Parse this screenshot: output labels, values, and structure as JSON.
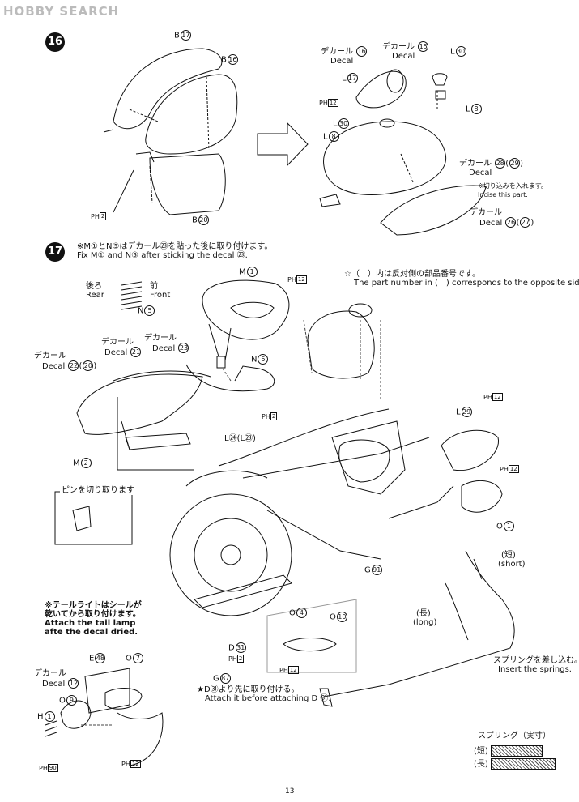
{
  "header": {
    "logo_text": "HOBBY SEARCH"
  },
  "step16": {
    "number": "16",
    "labels": {
      "b17": {
        "prefix": "B",
        "num": "17"
      },
      "b16": {
        "prefix": "B",
        "num": "16"
      },
      "ph2": {
        "prefix": "PH",
        "num": "2"
      },
      "b20": {
        "prefix": "B",
        "num": "20"
      },
      "decal16_jp": "デカール",
      "decal16_en": "Decal",
      "decal16_num": "16",
      "decal15_jp": "デカール",
      "decal15_en": "Decal",
      "decal15_num": "15",
      "l30a": {
        "prefix": "L",
        "num": "30"
      },
      "l17": {
        "prefix": "L",
        "num": "17"
      },
      "ph12": {
        "prefix": "PH",
        "num": "12"
      },
      "l8a": {
        "prefix": "L",
        "num": "8"
      },
      "l30b": {
        "prefix": "L",
        "num": "30"
      },
      "l8b": {
        "prefix": "L",
        "num": "8"
      },
      "decal28_jp": "デカール",
      "decal28_en": "Decal",
      "decal28_num": "28",
      "decal28_alt": "29",
      "cut_jp": "※切り込みを入れます。",
      "cut_en": "Incise this part.",
      "decal26_jp": "デカール",
      "decal26_en": "Decal",
      "decal26_num": "26",
      "decal26_alt": "27"
    }
  },
  "step17": {
    "number": "17",
    "note_jp": "※M①とN⑤はデカール㉓を貼った後に取り付けます。",
    "note_en": "Fix M① and N⑤ after sticking the decal ㉓.",
    "opposite_jp": "☆（　）内は反対側の部品番号です。",
    "opposite_en": "The part number in (　) corresponds to the opposite side.",
    "rear_jp": "後ろ",
    "rear_en": "Rear",
    "front_jp": "前",
    "front_en": "Front",
    "pin_cut": "ピンを切り取ります",
    "tail_jp1": "※テールライトはシールが",
    "tail_jp2": "乾いてから取り付けます。",
    "tail_en1": "Attach the tail lamp",
    "tail_en2": "afte the decal dried.",
    "short_jp": "(短)",
    "short_en": "(short)",
    "long_jp": "(長)",
    "long_en": "(long)",
    "spring_jp": "スプリングを差し込む。",
    "spring_en": "Insert the springs.",
    "attach_jp": "★D㉛より先に取り付ける。",
    "attach_en": "Attach it before attaching D ㉛.",
    "labels": {
      "m1": {
        "prefix": "M",
        "num": "1"
      },
      "ph12a": {
        "prefix": "PH",
        "num": "12"
      },
      "n5a": {
        "prefix": "N",
        "num": "5"
      },
      "n5b": {
        "prefix": "N",
        "num": "5"
      },
      "decal21": "21",
      "decal23": "23",
      "decal22": "22",
      "decal20": "20",
      "ph2": {
        "prefix": "PH",
        "num": "2"
      },
      "l24": "L㉔(L㉓)",
      "m2": {
        "prefix": "M",
        "num": "2"
      },
      "ph12b": {
        "prefix": "PH",
        "num": "12"
      },
      "l29": {
        "prefix": "L",
        "num": "29"
      },
      "ph12c": {
        "prefix": "PH",
        "num": "12"
      },
      "o1": {
        "prefix": "O",
        "num": "1"
      },
      "g91": {
        "prefix": "G",
        "num": "91"
      },
      "o4": {
        "prefix": "O",
        "num": "4"
      },
      "o10": {
        "prefix": "O",
        "num": "10"
      },
      "ph12d": {
        "prefix": "PH",
        "num": "12"
      },
      "d31": {
        "prefix": "D",
        "num": "31"
      },
      "ph2b": {
        "prefix": "PH",
        "num": "2"
      },
      "g87": {
        "prefix": "G",
        "num": "87"
      },
      "e48": {
        "prefix": "E",
        "num": "48"
      },
      "o7": {
        "prefix": "O",
        "num": "7"
      },
      "decal12": "12",
      "o9": {
        "prefix": "O",
        "num": "9"
      },
      "h1": {
        "prefix": "H",
        "num": "1"
      },
      "ph90": {
        "prefix": "PH",
        "num": "90"
      },
      "ph12e": {
        "prefix": "PH",
        "num": "12"
      }
    },
    "decal_jp": "デカール",
    "decal_en": "Decal"
  },
  "spring_legend": {
    "title": "スプリング（実寸）",
    "short": "(短)",
    "long": "(長)"
  },
  "page_number": "13"
}
